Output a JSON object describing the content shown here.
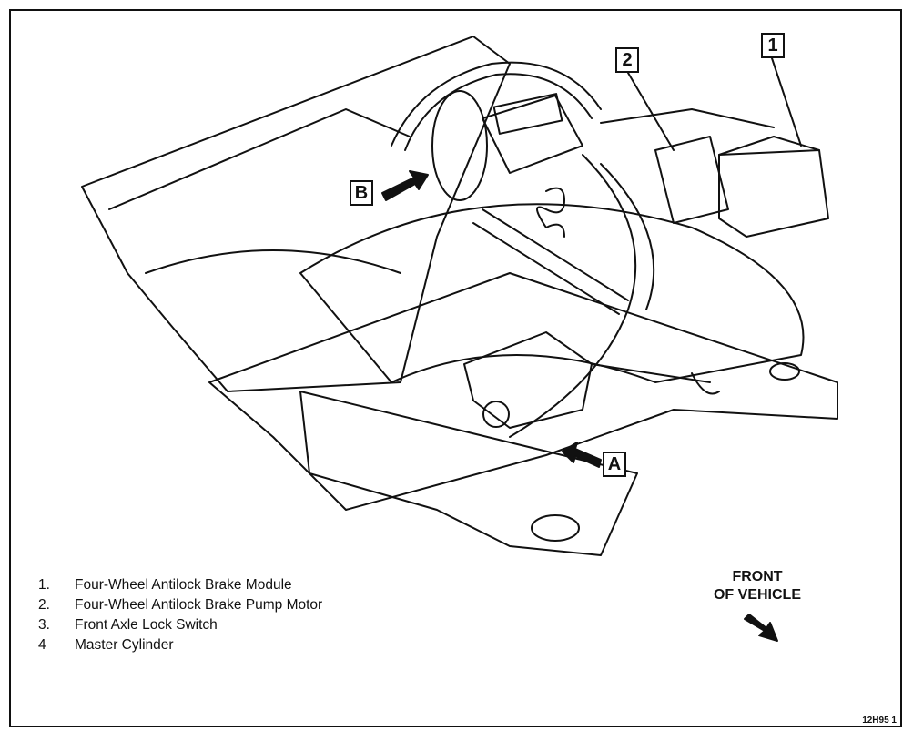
{
  "callouts": {
    "c1": "1",
    "c2": "2",
    "cA": "A",
    "cB": "B"
  },
  "legend": {
    "items": [
      {
        "num": "1.",
        "text": "Four-Wheel Antilock Brake Module"
      },
      {
        "num": "2.",
        "text": "Four-Wheel Antilock Brake Pump Motor"
      },
      {
        "num": "3.",
        "text": "Front Axle Lock Switch"
      },
      {
        "num": "4",
        "text": "Master Cylinder"
      }
    ]
  },
  "direction": {
    "line1": "FRONT",
    "line2": "OF VEHICLE"
  },
  "figure_code": "12H95 1"
}
